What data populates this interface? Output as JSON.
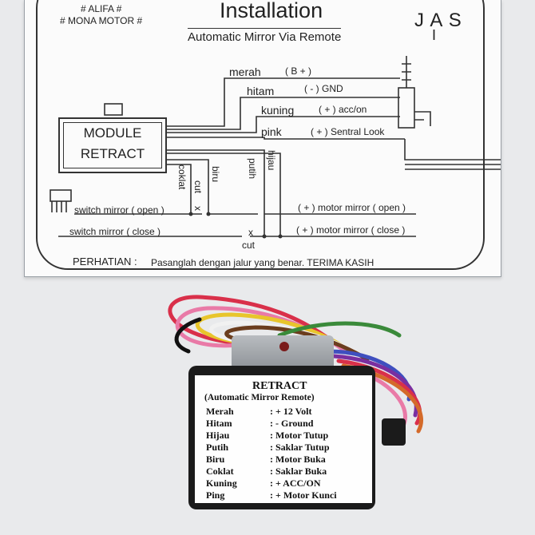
{
  "header": {
    "tag1": "# ALIFA #",
    "tag2": "# MONA MOTOR #",
    "title": "Installation",
    "subtitle": "Automatic Mirror Via Remote",
    "logo_top": "J A S",
    "logo_bottom": "I"
  },
  "module": {
    "line1": "MODULE",
    "line2": "RETRACT"
  },
  "wires": {
    "merah": "merah",
    "merah_note": "( B + )",
    "hitam": "hitam",
    "hitam_note": "( - ) GND",
    "kuning": "kuning",
    "kuning_note": "( + ) acc/on",
    "pink": "pink",
    "pink_note": "( + ) Sentral Look",
    "coklat": "coklat",
    "biru": "biru",
    "putih": "putih",
    "hijau": "hijau",
    "cut1": "cut",
    "x1": "x",
    "cut2": "cut",
    "x2": "x"
  },
  "switches": {
    "open": "switch mirror ( open )",
    "close": "switch mirror ( close )",
    "motor_open": "( + ) motor mirror ( open )",
    "motor_close": "( + ) motor mirror ( close )"
  },
  "note": {
    "label": "PERHATIAN :",
    "text": "Pasanglah dengan jalur yang benar. TERIMA KASIH"
  },
  "device_label": {
    "title": "RETRACT",
    "subtitle": "(Automatic Mirror Remote)",
    "rows": [
      {
        "key": "Merah",
        "val": ": + 12 Volt"
      },
      {
        "key": "Hitam",
        "val": ": - Ground"
      },
      {
        "key": "Hijau",
        "val": ": Motor Tutup"
      },
      {
        "key": "Putih",
        "val": ": Saklar Tutup"
      },
      {
        "key": "Biru",
        "val": ": Motor Buka"
      },
      {
        "key": "Coklat",
        "val": ": Saklar Buka"
      },
      {
        "key": "Kuning",
        "val": ": + ACC/ON"
      },
      {
        "key": "Ping",
        "val": ": + Motor Kunci"
      }
    ]
  },
  "colors": {
    "red": "#d9304a",
    "pink": "#e97aa7",
    "yellow": "#e8c52c",
    "brown": "#6b3d1e",
    "blue": "#3f4fbf",
    "green": "#3a8a3a",
    "white": "#f1f1f1",
    "purple": "#7a2fa0",
    "orange": "#d46a2a"
  }
}
